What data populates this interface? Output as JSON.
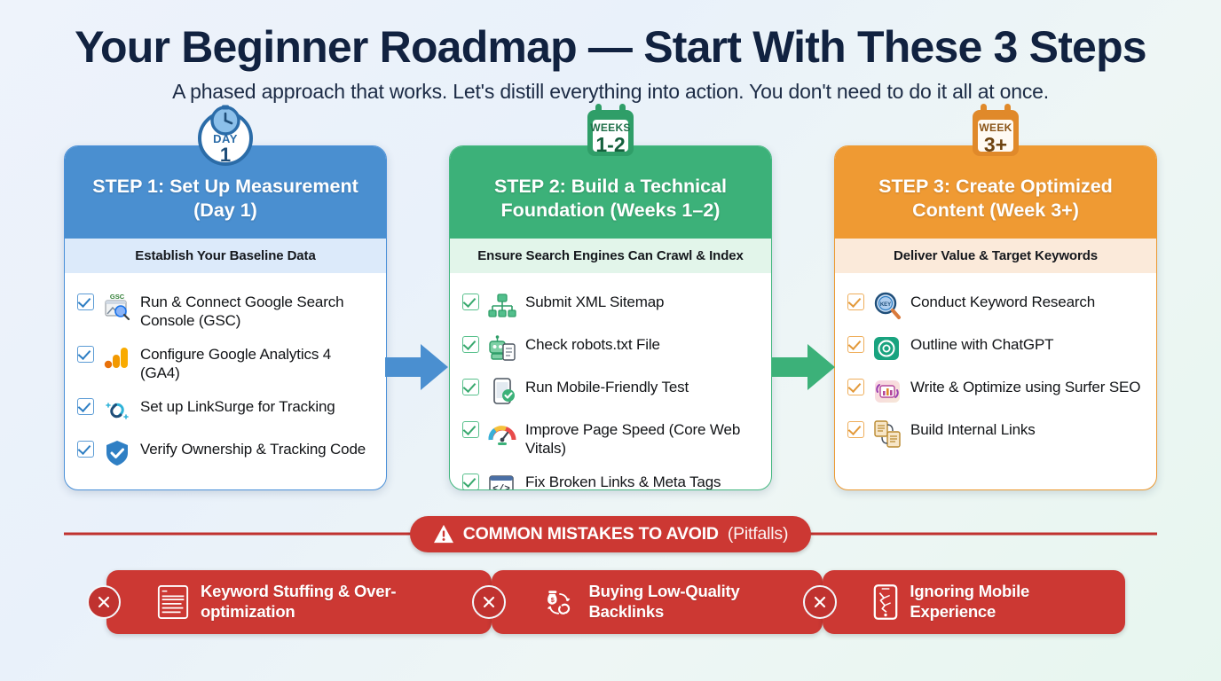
{
  "header": {
    "title": "Your Beginner Roadmap — Start With These 3 Steps",
    "subtitle": "A phased approach that works. Let's distill everything into action. You don't need to do it all at once."
  },
  "colors": {
    "step1": "#4a8fd0",
    "step2": "#3cb179",
    "step3": "#ef9a33",
    "danger": "#cc3833",
    "title": "#112240"
  },
  "steps": [
    {
      "badge": {
        "icon": "stopwatch-icon",
        "line1": "DAY",
        "line2": "1"
      },
      "heading": "STEP 1: Set Up Measurement (Day 1)",
      "subheading": "Establish Your Baseline Data",
      "items": [
        {
          "icon": "google-search-console-icon",
          "label": "Run & Connect Google Search Console (GSC)"
        },
        {
          "icon": "google-analytics-icon",
          "label": "Configure Google Analytics 4 (GA4)"
        },
        {
          "icon": "link-sparkle-icon",
          "label": "Set up LinkSurge for Tracking"
        },
        {
          "icon": "shield-check-icon",
          "label": "Verify Ownership & Tracking Code"
        }
      ]
    },
    {
      "badge": {
        "icon": "calendar-icon",
        "line1": "WEEKS",
        "line2": "1-2"
      },
      "heading": "STEP 2: Build a Technical Foundation (Weeks 1–2)",
      "subheading": "Ensure Search Engines Can Crawl & Index",
      "items": [
        {
          "icon": "sitemap-icon",
          "label": "Submit XML Sitemap"
        },
        {
          "icon": "robot-file-icon",
          "label": "Check robots.txt File"
        },
        {
          "icon": "mobile-check-icon",
          "label": "Run Mobile-Friendly Test"
        },
        {
          "icon": "speed-gauge-icon",
          "label": "Improve Page Speed (Core Web Vitals)"
        },
        {
          "icon": "broken-code-icon",
          "label": "Fix Broken Links & Meta Tags"
        }
      ]
    },
    {
      "badge": {
        "icon": "calendar-icon",
        "line1": "WEEK",
        "line2": "3+"
      },
      "heading": "STEP 3: Create Optimized Content (Week 3+)",
      "subheading": "Deliver Value & Target Keywords",
      "items": [
        {
          "icon": "keyword-magnifier-icon",
          "label": "Conduct Keyword Research"
        },
        {
          "icon": "chatgpt-icon",
          "label": "Outline with ChatGPT"
        },
        {
          "icon": "surfer-seo-icon",
          "label": "Write & Optimize using Surfer SEO"
        },
        {
          "icon": "internal-links-icon",
          "label": "Build Internal Links"
        }
      ]
    }
  ],
  "arrows": [
    {
      "name": "arrow-step1-to-step2",
      "color": "#4a8fd0"
    },
    {
      "name": "arrow-step2-to-step3",
      "color": "#3cb179"
    }
  ],
  "mistakes_banner": {
    "icon": "warning-triangle-icon",
    "label": "COMMON MISTAKES TO AVOID",
    "suffix": "(Pitfalls)"
  },
  "pitfalls": [
    {
      "icon": "keyword-stuffing-icon",
      "label": "Keyword Stuffing & Over-optimization"
    },
    {
      "icon": "money-backlink-icon",
      "label": "Buying Low-Quality Backlinks"
    },
    {
      "icon": "cracked-phone-icon",
      "label": "Ignoring Mobile Experience"
    }
  ]
}
